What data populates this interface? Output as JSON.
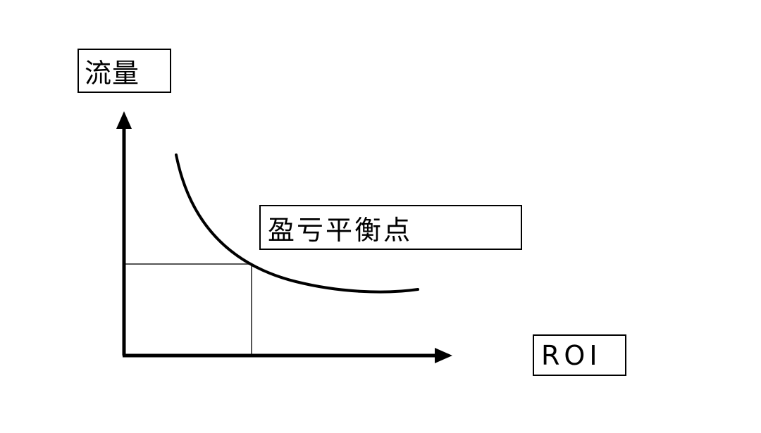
{
  "diagram": {
    "y_axis_label": "流量",
    "x_axis_label": "ROI",
    "breakeven_label": "盈亏平衡点"
  }
}
